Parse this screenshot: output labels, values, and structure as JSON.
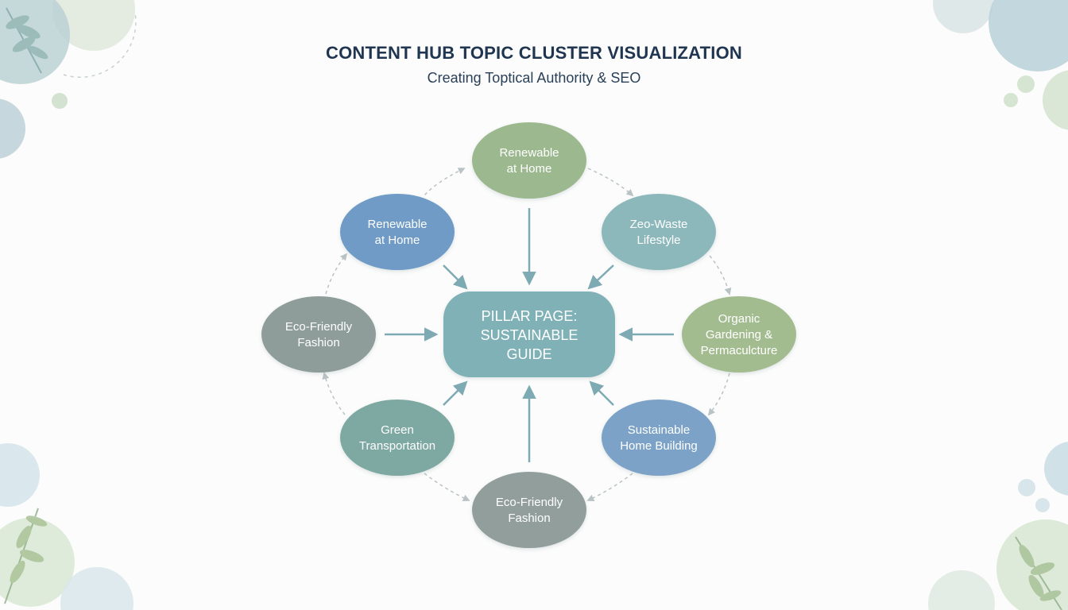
{
  "header": {
    "title": "CONTENT HUB TOPIC CLUSTER VISUALIZATION",
    "subtitle": "Creating Toptical Authority & SEO"
  },
  "pillar": {
    "lines": [
      "PILLAR PAGE:",
      "SUSTAINABLE",
      "GUIDE"
    ],
    "color": "#7fb1b6"
  },
  "clusters": [
    {
      "id": "top",
      "lines": [
        "Renewable",
        "at Home"
      ],
      "color": "#9cb88e"
    },
    {
      "id": "upper-right",
      "lines": [
        "Zeo-Waste",
        "Lifestyle"
      ],
      "color": "#8db8bb"
    },
    {
      "id": "right",
      "lines": [
        "Organic",
        "Gardening &",
        "Permaculcture"
      ],
      "color": "#a3bc8f"
    },
    {
      "id": "lower-right",
      "lines": [
        "Sustainable",
        "Home Building"
      ],
      "color": "#7ba3c7"
    },
    {
      "id": "bottom",
      "lines": [
        "Eco-Friendly",
        "Fashion"
      ],
      "color": "#919e9b"
    },
    {
      "id": "lower-left",
      "lines": [
        "Green",
        "Transportation"
      ],
      "color": "#7ea9a2"
    },
    {
      "id": "left",
      "lines": [
        "Eco-Friendly",
        "Fashion"
      ],
      "color": "#8e9c9a"
    },
    {
      "id": "upper-left",
      "lines": [
        "Renewable",
        "at Home"
      ],
      "color": "#6f9bc6"
    }
  ],
  "colors": {
    "arrow": "#7eaab3",
    "dashed_arrow": "#b9c3c6",
    "title": "#1f3550"
  },
  "decoration": {
    "icons": [
      "leaf-icon",
      "leaf-icon",
      "leaf-icon"
    ]
  }
}
